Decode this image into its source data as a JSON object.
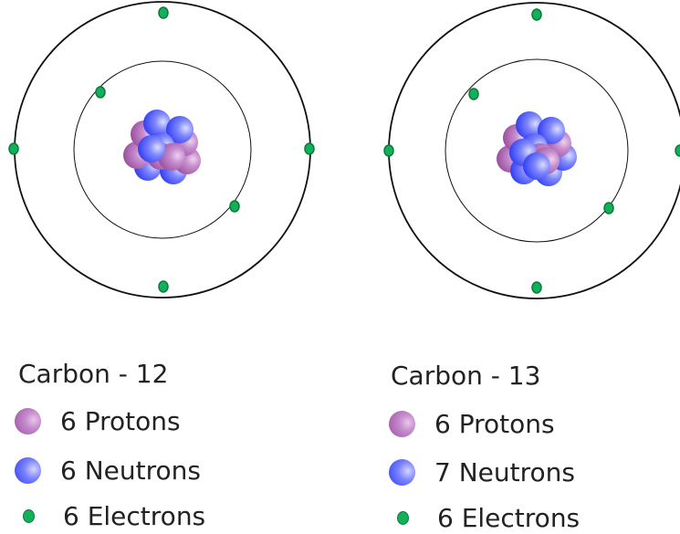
{
  "atoms": [
    {
      "name": "Carbon - 12",
      "legend": [
        {
          "kind": "proton",
          "text": "6 Protons",
          "color": "#a75aa9"
        },
        {
          "kind": "neutron",
          "text": "6 Neutrons",
          "color": "#4d5cff"
        },
        {
          "kind": "electron",
          "text": "6 Electrons",
          "color": "#13b05a"
        }
      ]
    },
    {
      "name": "Carbon - 13",
      "legend": [
        {
          "kind": "proton",
          "text": "6 Protons",
          "color": "#a75aa9"
        },
        {
          "kind": "neutron",
          "text": "7 Neutrons",
          "color": "#4d5cff"
        },
        {
          "kind": "electron",
          "text": "6 Electrons",
          "color": "#13b05a"
        }
      ]
    }
  ]
}
